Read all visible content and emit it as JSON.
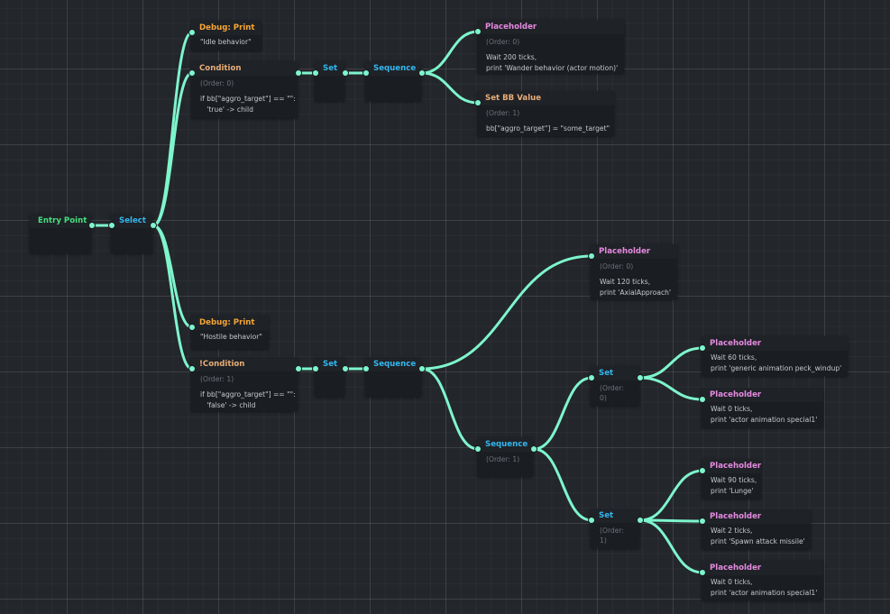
{
  "theme": {
    "wire_color": "#7ef5cc",
    "node_bg": "#1a1d21",
    "canvas_bg": "#23262b"
  },
  "nodes": [
    {
      "id": "entry",
      "title": "Entry Point",
      "color": "#45e07f",
      "lines": []
    },
    {
      "id": "select",
      "title": "Select",
      "color": "#32b8f0",
      "lines": []
    },
    {
      "id": "debug1",
      "title": "Debug: Print",
      "color": "#f6a534",
      "lines": [
        "\"Idle behavior\""
      ]
    },
    {
      "id": "cond1",
      "title": "Condition",
      "color": "#e8ad77",
      "order": "(Order: 0)",
      "lines": [
        "if bb[\"aggro_target\"] == \"\":",
        "   'true' -> child"
      ]
    },
    {
      "id": "set1",
      "title": "Set",
      "color": "#32b8f0",
      "lines": []
    },
    {
      "id": "seq1",
      "title": "Sequence",
      "color": "#32b8f0",
      "lines": []
    },
    {
      "id": "ph1",
      "title": "Placeholder",
      "color": "#e58ae0",
      "order": "(Order: 0)",
      "lines": [
        "Wait 200 ticks,",
        "print 'Wander behavior (actor motion)'"
      ]
    },
    {
      "id": "setbb",
      "title": "Set BB Value",
      "color": "#e8ad77",
      "order": "(Order: 1)",
      "lines": [
        "bb[\"aggro_target\"] = \"some_target\""
      ]
    },
    {
      "id": "debug2",
      "title": "Debug: Print",
      "color": "#f6a534",
      "lines": [
        "\"Hostile behavior\""
      ]
    },
    {
      "id": "cond2",
      "title": "!Condition",
      "color": "#e8ad77",
      "order": "(Order: 1)",
      "lines": [
        "if bb[\"aggro_target\"] == \"\":",
        "   'false' -> child"
      ]
    },
    {
      "id": "set2",
      "title": "Set",
      "color": "#32b8f0",
      "lines": []
    },
    {
      "id": "seq2",
      "title": "Sequence",
      "color": "#32b8f0",
      "lines": []
    },
    {
      "id": "ph2",
      "title": "Placeholder",
      "color": "#e58ae0",
      "order": "(Order: 0)",
      "lines": [
        "Wait 120 ticks,",
        "print 'AxialApproach'"
      ]
    },
    {
      "id": "seq3",
      "title": "Sequence",
      "color": "#32b8f0",
      "order": "(Order: 1)",
      "lines": []
    },
    {
      "id": "set3",
      "title": "Set",
      "color": "#32b8f0",
      "order": "(Order: 0)",
      "lines": []
    },
    {
      "id": "ph3",
      "title": "Placeholder",
      "color": "#e58ae0",
      "lines": [
        "Wait 60 ticks,",
        "print 'generic animation peck_windup'"
      ]
    },
    {
      "id": "ph4",
      "title": "Placeholder",
      "color": "#e58ae0",
      "lines": [
        "Wait 0 ticks,",
        "print 'actor animation special1'"
      ]
    },
    {
      "id": "set4",
      "title": "Set",
      "color": "#32b8f0",
      "order": "(Order: 1)",
      "lines": []
    },
    {
      "id": "ph5",
      "title": "Placeholder",
      "color": "#e58ae0",
      "lines": [
        "Wait 90 ticks,",
        "print 'Lunge'"
      ]
    },
    {
      "id": "ph6",
      "title": "Placeholder",
      "color": "#e58ae0",
      "lines": [
        "Wait 2 ticks,",
        "print 'Spawn attack missile'"
      ]
    },
    {
      "id": "ph7",
      "title": "Placeholder",
      "color": "#e58ae0",
      "lines": [
        "Wait 0 ticks,",
        "print 'actor animation special1'"
      ]
    }
  ],
  "edges": [
    [
      "entry",
      "select"
    ],
    [
      "select",
      "debug1"
    ],
    [
      "select",
      "cond1"
    ],
    [
      "select",
      "debug2"
    ],
    [
      "select",
      "cond2"
    ],
    [
      "cond1",
      "set1"
    ],
    [
      "set1",
      "seq1"
    ],
    [
      "seq1",
      "ph1"
    ],
    [
      "seq1",
      "setbb"
    ],
    [
      "cond2",
      "set2"
    ],
    [
      "set2",
      "seq2"
    ],
    [
      "seq2",
      "ph2"
    ],
    [
      "seq2",
      "seq3"
    ],
    [
      "seq3",
      "set3"
    ],
    [
      "seq3",
      "set4"
    ],
    [
      "set3",
      "ph3"
    ],
    [
      "set3",
      "ph4"
    ],
    [
      "set4",
      "ph5"
    ],
    [
      "set4",
      "ph6"
    ],
    [
      "set4",
      "ph7"
    ]
  ]
}
